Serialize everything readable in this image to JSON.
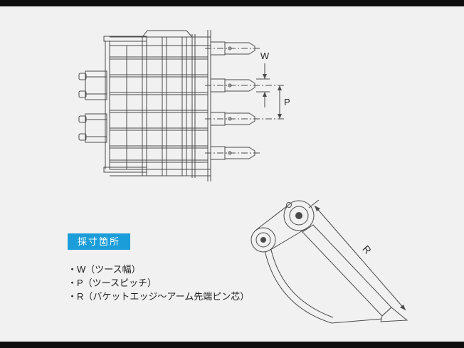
{
  "page": {
    "background": "#f1f1f1",
    "border_bar_color": "#0e0e0e"
  },
  "colors": {
    "accent_blue": "#1b9dd9",
    "line": "#4a4a4a"
  },
  "measure_label": {
    "text": "採寸箇所"
  },
  "legend": {
    "items": [
      "・W（ツース幅）",
      "・P（ツースピッチ）",
      "・R（バケットエッジ〜アーム先端ピン芯）"
    ]
  },
  "dimensions": {
    "w": "W",
    "p": "P",
    "r": "R"
  },
  "drawings": {
    "front_view": "skeleton-bucket-rear-view-with-teeth",
    "side_view": "bucket-side-view-with-arm-pin"
  }
}
